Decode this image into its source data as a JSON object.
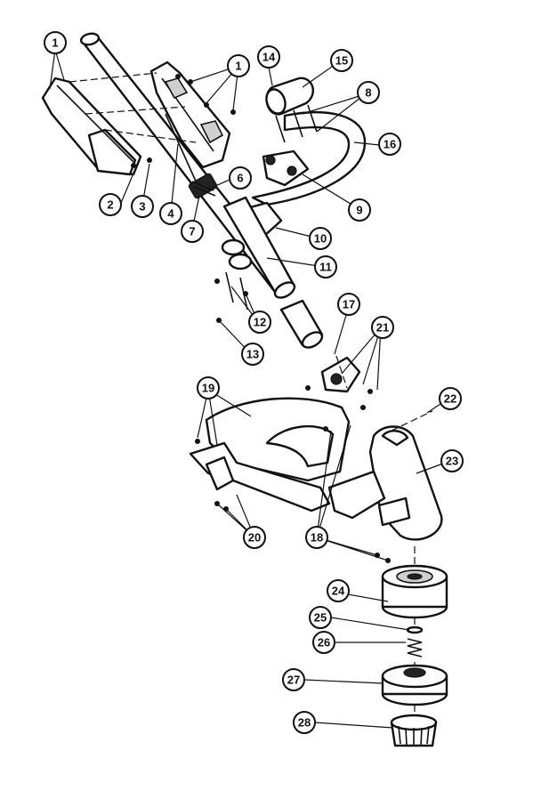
{
  "callouts": {
    "c1a": "1",
    "c1b": "1",
    "c2": "2",
    "c3": "3",
    "c4": "4",
    "c6": "6",
    "c7": "7",
    "c8": "8",
    "c9": "9",
    "c10": "10",
    "c11": "11",
    "c12": "12",
    "c13": "13",
    "c14": "14",
    "c15": "15",
    "c16": "16",
    "c17": "17",
    "c18": "18",
    "c19": "19",
    "c20": "20",
    "c21": "21",
    "c22": "22",
    "c23": "23",
    "c24": "24",
    "c25": "25",
    "c26": "26",
    "c27": "27",
    "c28": "28"
  }
}
